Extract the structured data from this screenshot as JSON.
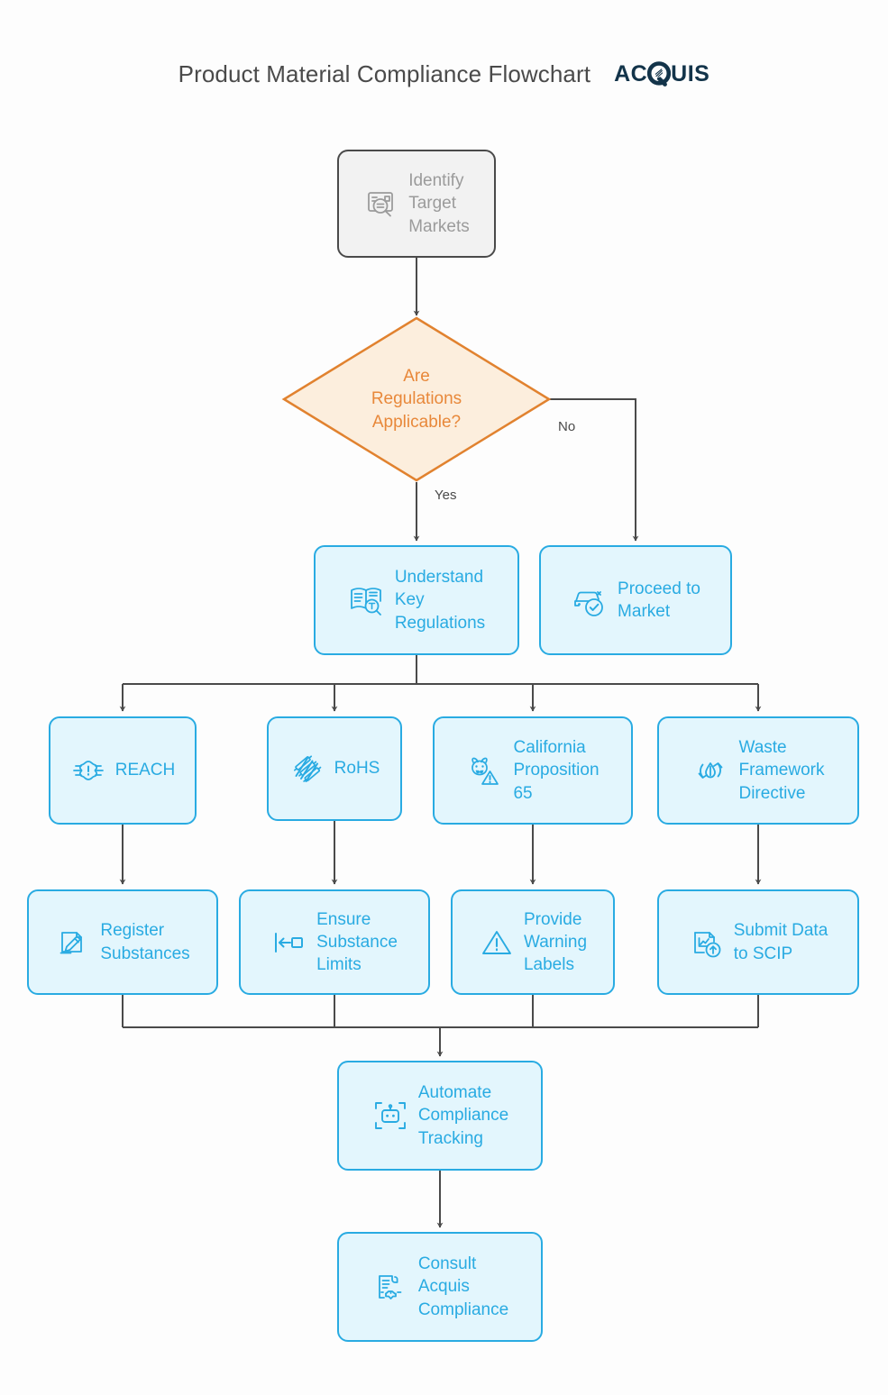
{
  "header": {
    "title": "Product Material Compliance Flowchart",
    "logo": {
      "part1": "AC",
      "part2": "Q",
      "part3": "UIS",
      "full": "ACQUIS",
      "color": "#13344a"
    }
  },
  "colors": {
    "background": "#fdfdfd",
    "process_fill": "#e3f6fd",
    "process_stroke": "#29ABE2",
    "process_text": "#29ABE2",
    "start_fill": "#f2f2f2",
    "start_stroke": "#4a4a4a",
    "start_text": "#9b9b9b",
    "decision_fill": "#fceedd",
    "decision_stroke": "#e1822f",
    "decision_text": "#e8883a",
    "connector": "#4a4a4a",
    "title_text": "#4a4a4a"
  },
  "chart_data": {
    "type": "flowchart",
    "title": "Product Material Compliance Flowchart",
    "nodes": [
      {
        "id": "identify",
        "label": "Identify\nTarget\nMarkets",
        "shape": "rounded-rect",
        "style": "start",
        "icon": "document-search-icon"
      },
      {
        "id": "decision",
        "label": "Are\nRegulations\nApplicable?",
        "shape": "diamond",
        "style": "decision",
        "icon": null
      },
      {
        "id": "understand",
        "label": "Understand\nKey\nRegulations",
        "shape": "rounded-rect",
        "style": "process",
        "icon": "book-search-text-icon"
      },
      {
        "id": "proceed",
        "label": "Proceed to\nMarket",
        "shape": "rounded-rect",
        "style": "process",
        "icon": "car-check-icon"
      },
      {
        "id": "reach",
        "label": "REACH",
        "shape": "rounded-rect",
        "style": "process",
        "icon": "molecule-alert-icon"
      },
      {
        "id": "rohs",
        "label": "RoHS",
        "shape": "rounded-rect",
        "style": "process",
        "icon": "slashed-components-icon"
      },
      {
        "id": "prop65",
        "label": "California\nProposition\n65",
        "shape": "rounded-rect",
        "style": "process",
        "icon": "animal-warning-icon"
      },
      {
        "id": "wfd",
        "label": "Waste\nFramework\nDirective",
        "shape": "rounded-rect",
        "style": "process",
        "icon": "recycle-leaf-icon"
      },
      {
        "id": "register",
        "label": "Register\nSubstances",
        "shape": "rounded-rect",
        "style": "process",
        "icon": "document-pen-icon"
      },
      {
        "id": "limits",
        "label": "Ensure\nSubstance\nLimits",
        "shape": "rounded-rect",
        "style": "process",
        "icon": "limit-arrow-icon"
      },
      {
        "id": "warning",
        "label": "Provide\nWarning\nLabels",
        "shape": "rounded-rect",
        "style": "process",
        "icon": "warning-triangle-icon"
      },
      {
        "id": "scip",
        "label": "Submit Data\nto SCIP",
        "shape": "rounded-rect",
        "style": "process",
        "icon": "document-upload-chart-icon"
      },
      {
        "id": "automate",
        "label": "Automate\nCompliance\nTracking",
        "shape": "rounded-rect",
        "style": "process",
        "icon": "robot-scan-icon"
      },
      {
        "id": "consult",
        "label": "Consult\nAcquis\nCompliance",
        "shape": "rounded-rect",
        "style": "process",
        "icon": "contract-handshake-icon"
      }
    ],
    "edges": [
      {
        "from": "identify",
        "to": "decision",
        "label": ""
      },
      {
        "from": "decision",
        "to": "understand",
        "label": "Yes"
      },
      {
        "from": "decision",
        "to": "proceed",
        "label": "No"
      },
      {
        "from": "understand",
        "to": "reach",
        "label": ""
      },
      {
        "from": "understand",
        "to": "rohs",
        "label": ""
      },
      {
        "from": "understand",
        "to": "prop65",
        "label": ""
      },
      {
        "from": "understand",
        "to": "wfd",
        "label": ""
      },
      {
        "from": "reach",
        "to": "register",
        "label": ""
      },
      {
        "from": "rohs",
        "to": "limits",
        "label": ""
      },
      {
        "from": "prop65",
        "to": "warning",
        "label": ""
      },
      {
        "from": "wfd",
        "to": "scip",
        "label": ""
      },
      {
        "from": "register",
        "to": "automate",
        "label": ""
      },
      {
        "from": "limits",
        "to": "automate",
        "label": ""
      },
      {
        "from": "warning",
        "to": "automate",
        "label": ""
      },
      {
        "from": "scip",
        "to": "automate",
        "label": ""
      },
      {
        "from": "automate",
        "to": "consult",
        "label": ""
      }
    ]
  },
  "nodes": {
    "identify": {
      "label": "Identify\nTarget\nMarkets"
    },
    "decision": {
      "label": "Are\nRegulations\nApplicable?"
    },
    "understand": {
      "label": "Understand\nKey\nRegulations"
    },
    "proceed": {
      "label": "Proceed to\nMarket"
    },
    "reach": {
      "label": "REACH"
    },
    "rohs": {
      "label": "RoHS"
    },
    "prop65": {
      "label": "California\nProposition\n65"
    },
    "wfd": {
      "label": "Waste\nFramework\nDirective"
    },
    "register": {
      "label": "Register\nSubstances"
    },
    "limits": {
      "label": "Ensure\nSubstance\nLimits"
    },
    "warning": {
      "label": "Provide\nWarning\nLabels"
    },
    "scip": {
      "label": "Submit Data\nto SCIP"
    },
    "automate": {
      "label": "Automate\nCompliance\nTracking"
    },
    "consult": {
      "label": "Consult\nAcquis\nCompliance"
    }
  },
  "edge_labels": {
    "yes": "Yes",
    "no": "No"
  }
}
